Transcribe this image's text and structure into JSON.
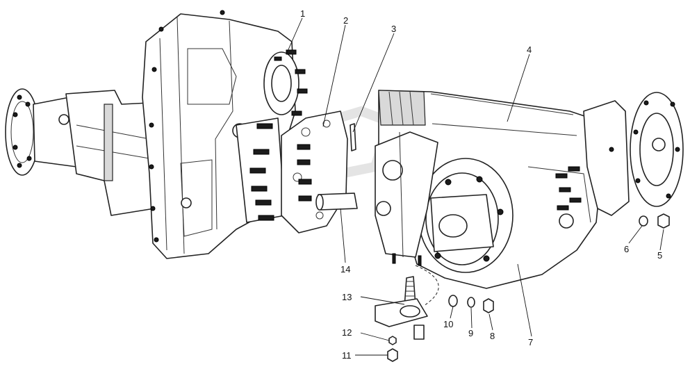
{
  "callouts": [
    {
      "id": "1",
      "label": "1"
    },
    {
      "id": "2",
      "label": "2"
    },
    {
      "id": "3",
      "label": "3"
    },
    {
      "id": "4",
      "label": "4"
    },
    {
      "id": "5",
      "label": "5"
    },
    {
      "id": "6",
      "label": "6"
    },
    {
      "id": "7",
      "label": "7"
    },
    {
      "id": "8",
      "label": "8"
    },
    {
      "id": "9",
      "label": "9"
    },
    {
      "id": "10",
      "label": "10"
    },
    {
      "id": "11",
      "label": "11"
    },
    {
      "id": "12",
      "label": "12"
    },
    {
      "id": "13",
      "label": "13"
    },
    {
      "id": "14",
      "label": "14"
    }
  ],
  "colors": {
    "background": "#ffffff",
    "line": "#222222",
    "watermark": "#e4e4e4"
  }
}
